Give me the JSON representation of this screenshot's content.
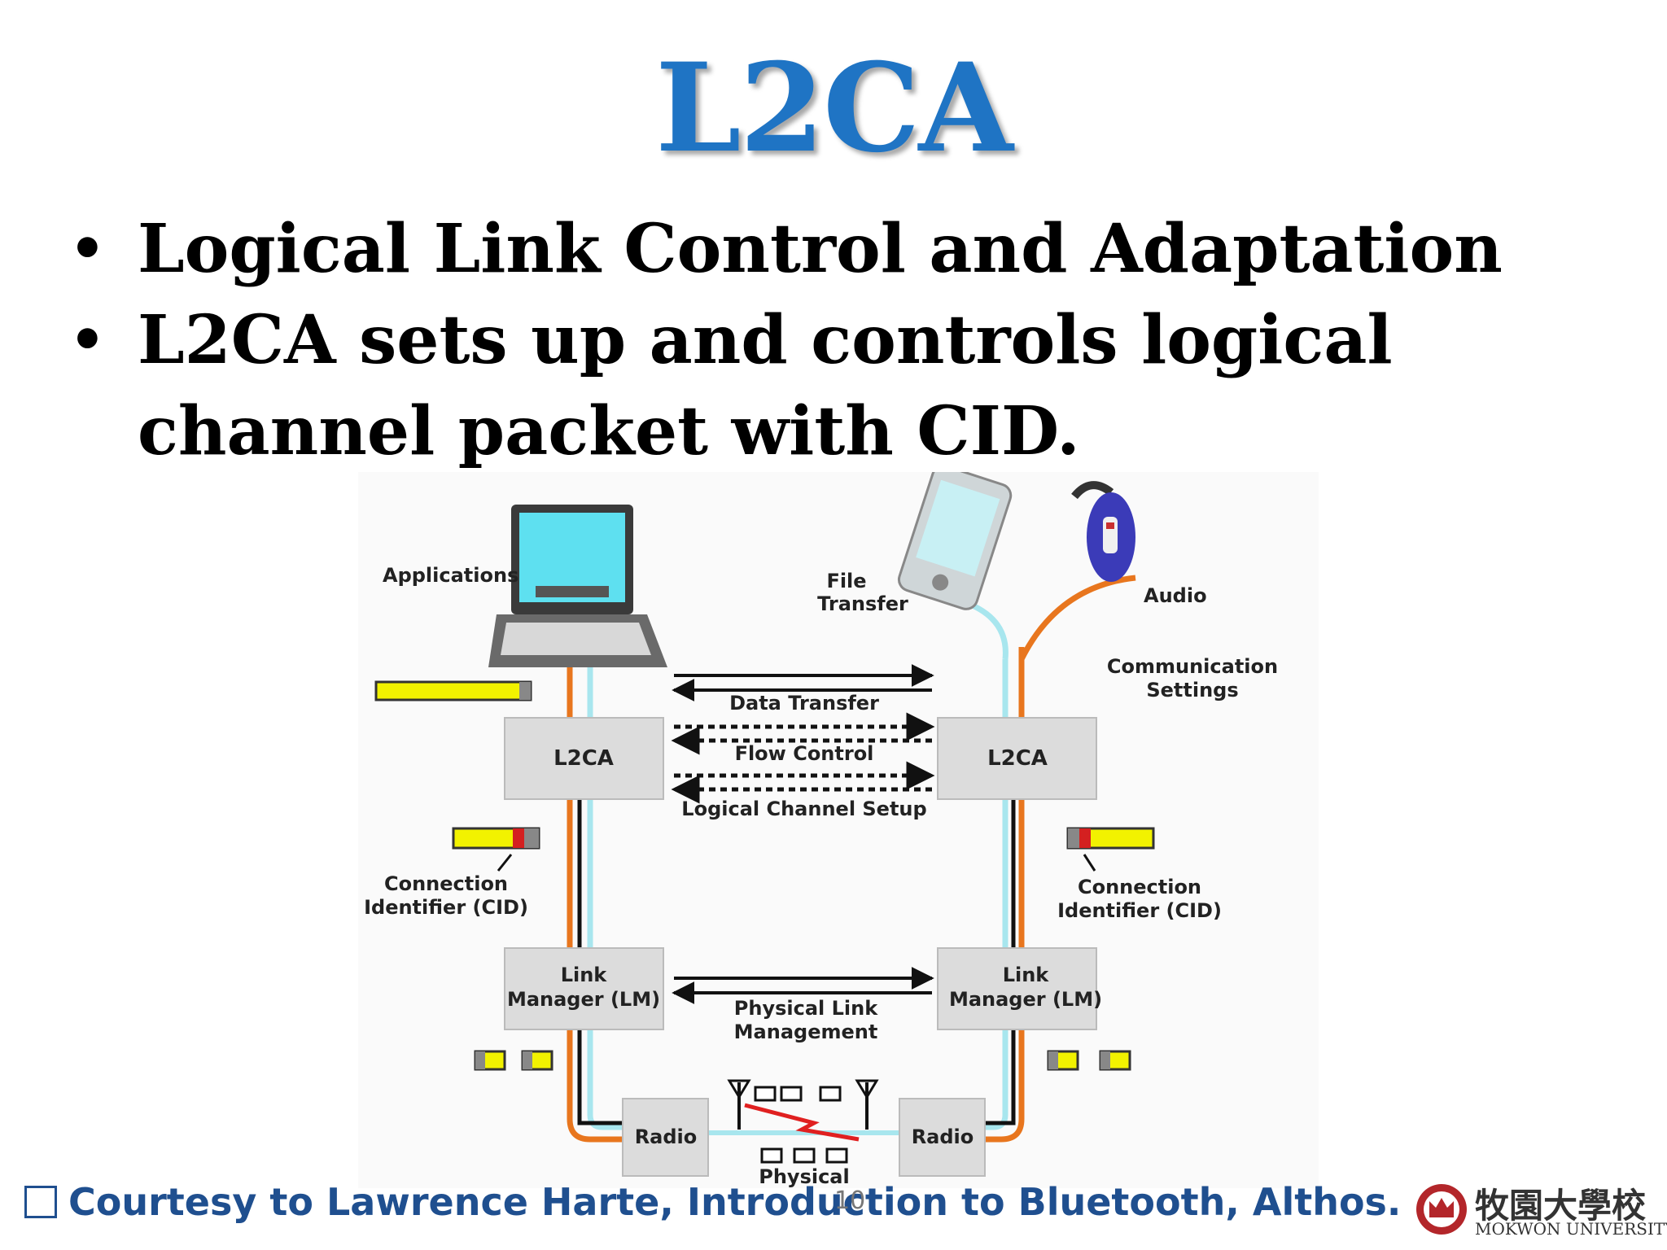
{
  "slide": {
    "title": "L2CA",
    "bullets": [
      "Logical Link Control and Adaptation",
      "L2CA sets up and controls logical channel packet with CID."
    ],
    "footer": "Courtesy to Lawrence Harte, Introduction to Bluetooth, Althos.",
    "page_number": "10",
    "logo_chinese": "牧園大學校",
    "logo_english": "MOKWON UNIVERSITY"
  },
  "diagram": {
    "applications": "Applications",
    "file_transfer_1": "File",
    "file_transfer_2": "Transfer",
    "audio": "Audio",
    "comm_settings_1": "Communication",
    "comm_settings_2": "Settings",
    "l2ca_left": "L2CA",
    "l2ca_right": "L2CA",
    "data_transfer": "Data Transfer",
    "flow_control": "Flow Control",
    "logical_channel_setup": "Logical Channel Setup",
    "cid_left_1": "Connection",
    "cid_left_2": "Identifier (CID)",
    "cid_right_1": "Connection",
    "cid_right_2": "Identifier (CID)",
    "lm_left_1": "Link",
    "lm_left_2": "Manager (LM)",
    "lm_right_1": "Link",
    "lm_right_2": "Manager (LM)",
    "physical_link_1": "Physical Link",
    "physical_link_2": "Management",
    "radio_left": "Radio",
    "radio_right": "Radio",
    "physical": "Physical",
    "colors": {
      "packet_yellow": "#f2f200",
      "cid_red": "#d42020",
      "orange_line": "#e8761e",
      "cyan_line": "#a8e6ee"
    }
  }
}
